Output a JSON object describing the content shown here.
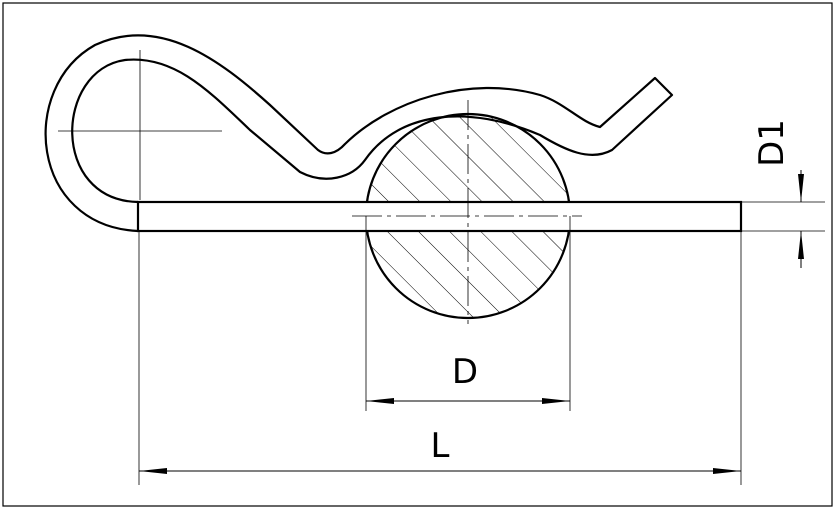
{
  "drawing": {
    "labels": {
      "pin_diameter": "D",
      "length": "L",
      "wire_diameter": "D1"
    },
    "colors": {
      "line": "#000000",
      "background": "#ffffff"
    }
  }
}
